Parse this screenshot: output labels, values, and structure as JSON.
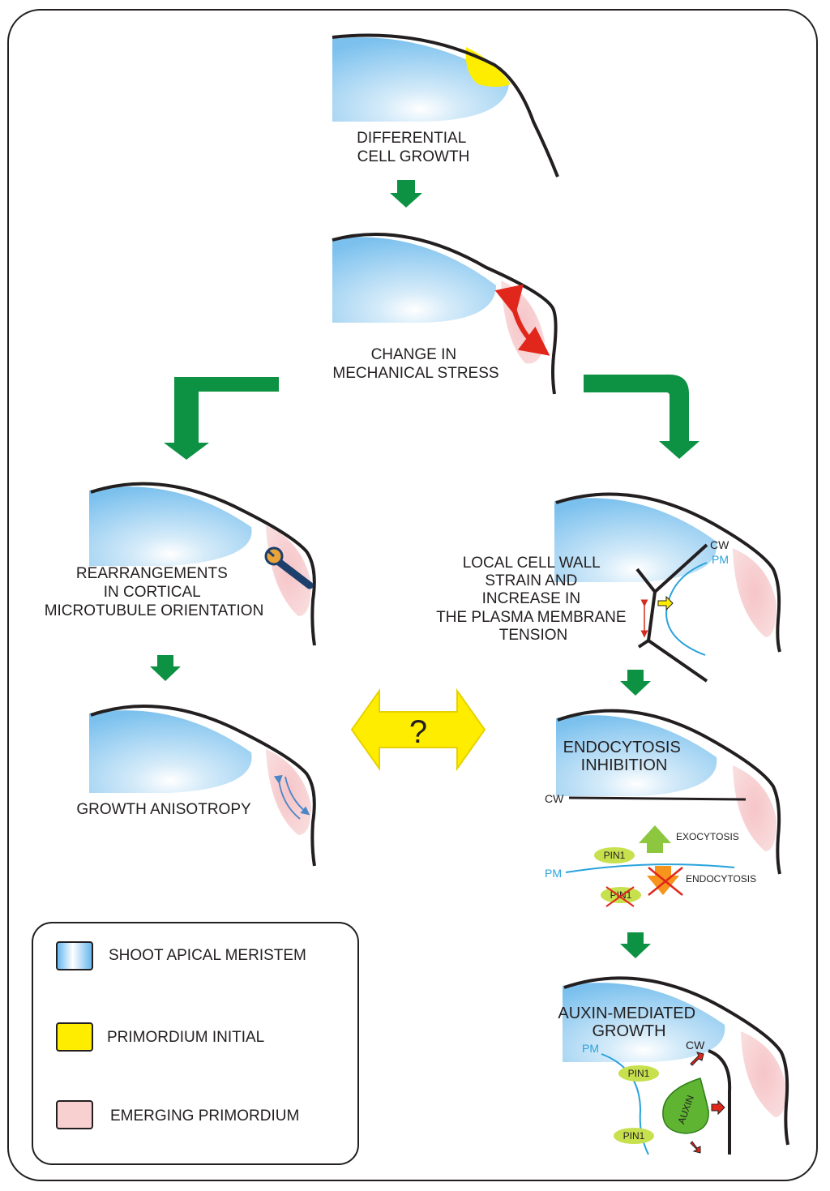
{
  "steps": {
    "step1": [
      "DIFFERENTIAL",
      "CELL GROWTH"
    ],
    "step2": [
      "CHANGE IN",
      "MECHANICAL STRESS"
    ],
    "left1": [
      "REARRANGEMENTS",
      "IN CORTICAL",
      "MICROTUBULE ORIENTATION"
    ],
    "left2": [
      "GROWTH ANISOTROPY"
    ],
    "right1": [
      "LOCAL CELL WALL",
      "STRAIN AND",
      "INCREASE IN",
      "THE PLASMA MEMBRANE",
      "TENSION"
    ],
    "right2": [
      "ENDOCYTOSIS",
      "INHIBITION"
    ],
    "right3": [
      "AUXIN-MEDIATED",
      "GROWTH"
    ]
  },
  "question_mark": "?",
  "labels": {
    "cw": "CW",
    "pm": "PM",
    "pin1": "PIN1",
    "exocytosis": "EXOCYTOSIS",
    "endocytosis": "ENDOCYTOSIS",
    "auxin": "AUXIN"
  },
  "legend": [
    {
      "label": "SHOOT APICAL MERISTEM",
      "swatch": "meristem"
    },
    {
      "label": "PRIMORDIUM INITIAL",
      "swatch": "#ffed00"
    },
    {
      "label": "EMERGING PRIMORDIUM",
      "swatch": "#f8d0d0"
    }
  ],
  "colors": {
    "flow_arrow": "#0d9142",
    "primordium_initial": "#ffed00",
    "emerging_primordium": "#f8d0d0",
    "meristem": "#3fa9e8",
    "stress_arrow": "#e1261c",
    "pin1": "#c7e04d",
    "auxin": "#5fb431",
    "question_arrow": "#ffed00"
  }
}
